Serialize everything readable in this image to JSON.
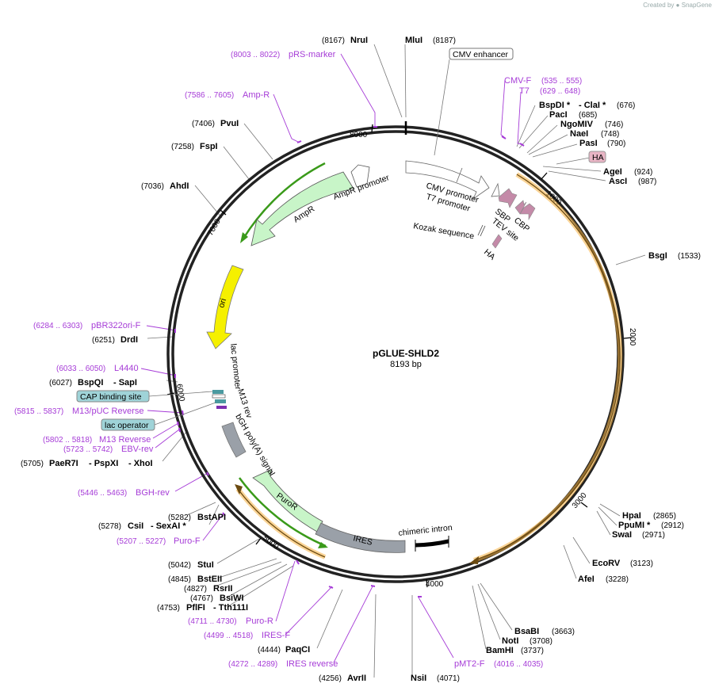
{
  "watermark": {
    "prefix": "Created by",
    "brand": "SnapGene"
  },
  "plasmid": {
    "name": "pGLUE-SHLD2",
    "size": "8193 bp"
  },
  "ticks": [
    "8000",
    "1000",
    "2000",
    "3000",
    "4000",
    "5000",
    "6000",
    "7000"
  ],
  "sites": {
    "nrui": {
      "name": "NruI",
      "pos": "(8167)"
    },
    "mlui": {
      "name": "MluI",
      "pos": "(8187)"
    },
    "bspdi": {
      "name": "BspDI *",
      "name2": "- ClaI *",
      "pos": "(676)"
    },
    "paci": {
      "name": "PacI",
      "pos": "(685)"
    },
    "ngomiv": {
      "name": "NgoMIV",
      "pos": "(746)"
    },
    "naei": {
      "name": "NaeI",
      "pos": "(748)"
    },
    "pasi": {
      "name": "PasI",
      "pos": "(790)"
    },
    "agei": {
      "name": "AgeI",
      "pos": "(924)"
    },
    "asci": {
      "name": "AscI",
      "pos": "(987)"
    },
    "bsgi": {
      "name": "BsgI",
      "pos": "(1533)"
    },
    "hpai": {
      "name": "HpaI",
      "pos": "(2865)"
    },
    "ppumi": {
      "name": "PpuMI *",
      "pos": "(2912)"
    },
    "swai": {
      "name": "SwaI",
      "pos": "(2971)"
    },
    "ecorv": {
      "name": "EcoRV",
      "pos": "(3123)"
    },
    "afei": {
      "name": "AfeI",
      "pos": "(3228)"
    },
    "bsabi": {
      "name": "BsaBI",
      "pos": "(3663)"
    },
    "noti": {
      "name": "NotI",
      "pos": "(3708)"
    },
    "bamhi": {
      "name": "BamHI",
      "pos": "(3737)"
    },
    "nsii": {
      "name": "NsiI",
      "pos": "(4071)"
    },
    "avrii": {
      "name": "AvrII",
      "pos": "(4256)"
    },
    "paqci": {
      "name": "PaqCI",
      "pos": "(4444)"
    },
    "pflfi": {
      "name": "PflFI",
      "name2": "- Tth111I",
      "pos": "(4753)"
    },
    "bsiwi": {
      "name": "BsiWI",
      "pos": "(4767)"
    },
    "rsrii": {
      "name": "RsrII",
      "pos": "(4827)"
    },
    "bsteii": {
      "name": "BstEII",
      "pos": "(4845)"
    },
    "stui": {
      "name": "StuI",
      "pos": "(5042)"
    },
    "csii": {
      "name": "CsiI",
      "name2": "- SexAI *",
      "pos": "(5278)"
    },
    "bstapi": {
      "name": "BstAPI",
      "pos": "(5282)"
    },
    "paer7i": {
      "name": "PaeR7I",
      "name2": "- PspXI",
      "name3": "- XhoI",
      "pos": "(5705)"
    },
    "bspqi": {
      "name": "BspQI",
      "name2": "- SapI",
      "pos": "(6027)"
    },
    "drdi": {
      "name": "DrdI",
      "pos": "(6251)"
    },
    "ahdi": {
      "name": "AhdI",
      "pos": "(7036)"
    },
    "fspi": {
      "name": "FspI",
      "pos": "(7258)"
    },
    "pvui": {
      "name": "PvuI",
      "pos": "(7406)"
    }
  },
  "primers": {
    "prs_marker": {
      "name": "pRS-marker",
      "pos": "(8003 .. 8022)"
    },
    "amp_r": {
      "name": "Amp-R",
      "pos": "(7586 .. 7605)"
    },
    "cmv_f": {
      "name": "CMV-F",
      "pos": "(535 .. 555)"
    },
    "t7": {
      "name": "T7",
      "pos": "(629 .. 648)"
    },
    "pbr322ori_f": {
      "name": "pBR322ori-F",
      "pos": "(6284 .. 6303)"
    },
    "l4440": {
      "name": "L4440",
      "pos": "(6033 .. 6050)"
    },
    "m13_puc_rev": {
      "name": "M13/pUC Reverse",
      "pos": "(5815 .. 5837)"
    },
    "m13_rev": {
      "name": "M13 Reverse",
      "pos": "(5802 .. 5818)"
    },
    "ebv_rev": {
      "name": "EBV-rev",
      "pos": "(5723 .. 5742)"
    },
    "bgh_rev": {
      "name": "BGH-rev",
      "pos": "(5446 .. 5463)"
    },
    "puro_f": {
      "name": "Puro-F",
      "pos": "(5207 .. 5227)"
    },
    "puro_r": {
      "name": "Puro-R",
      "pos": "(4711 .. 4730)"
    },
    "ires_f": {
      "name": "IRES-F",
      "pos": "(4499 .. 4518)"
    },
    "ires_reverse": {
      "name": "IRES reverse",
      "pos": "(4272 .. 4289)"
    },
    "pmt2_f": {
      "name": "pMT2-F",
      "pos": "(4016 .. 4035)"
    }
  },
  "boxed_features": {
    "cmv_enhancer": "CMV enhancer",
    "ha": "HA",
    "cap_binding_site": "CAP binding site",
    "lac_operator": "lac operator"
  },
  "features": {
    "cmv_promoter": "CMV promoter",
    "t7_promoter": "T7 promoter",
    "sbp": "SBP",
    "tev_site": "TEV site",
    "cbp": "CBP",
    "kozak": "Kozak sequence",
    "ha": "HA",
    "ampr": "AmpR",
    "ampr_promoter": "AmpR promoter",
    "ori": "ori",
    "lac_promoter": "lac promoter",
    "m13_rev": "M13 rev",
    "bgh_polya": "bGH poly(A) signal",
    "puror": "PuroR",
    "ires": "IRES",
    "chimeric_intron": "chimeric intron"
  },
  "colors": {
    "backbone": "#222222",
    "primer": "#a63cd7",
    "orf_fill": "#c8f5c8",
    "orf_line": "#3a9a1a",
    "promoter": "#ffffff",
    "tag": "#c48aa8",
    "ori": "#f5f000",
    "misc": "#9aa0a8",
    "box_feature": "#9fd3d8",
    "orange_arc": "#f5b040"
  }
}
